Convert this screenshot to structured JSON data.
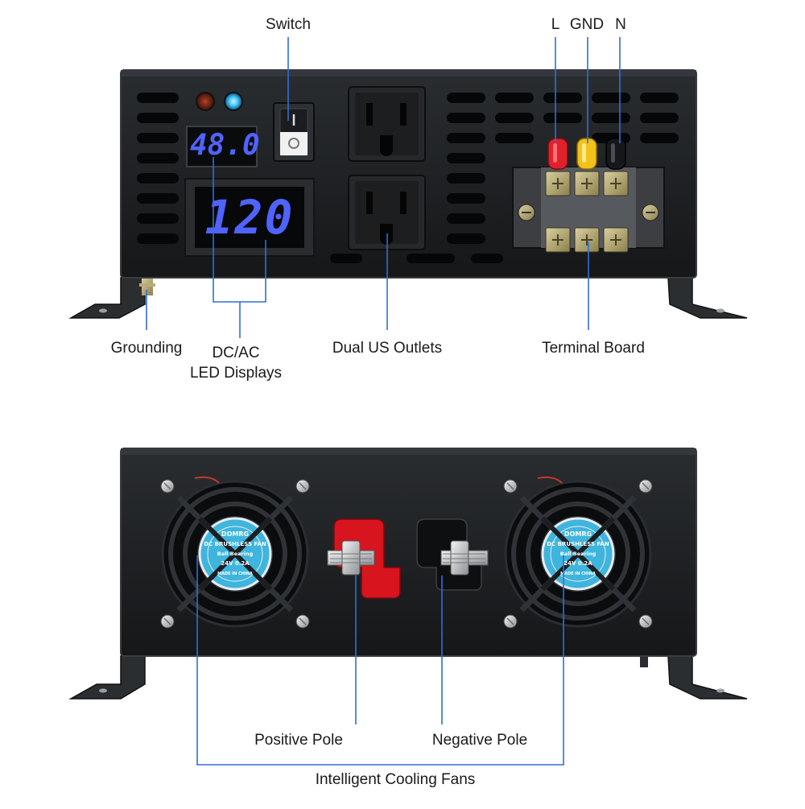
{
  "front_view": {
    "labels": {
      "switch": "Switch",
      "live": "L",
      "ground": "GND",
      "neutral": "N",
      "grounding": "Grounding",
      "dc_ac_line1": "DC/AC",
      "dc_ac_line2": "LED Displays",
      "outlets": "Dual US Outlets",
      "terminal_board": "Terminal Board"
    },
    "dc_display_value": "48.0",
    "ac_display_value": "120"
  },
  "rear_view": {
    "labels": {
      "positive_pole": "Positive Pole",
      "negative_pole": "Negative Pole",
      "cooling_fans": "Intelligent Cooling Fans"
    },
    "fan_label_lines": [
      "DOMRG",
      "DC BRUSHLESS FAN",
      "Ball Bearing",
      "24V  0.2A",
      "MADE IN CHINA"
    ]
  },
  "colors": {
    "chassis": "#1b1d1f",
    "chassis_edge": "#2e3134",
    "led_blue": "#4f63ff",
    "indicator_blue": "#3ec7ff",
    "indicator_red": "#6a1e10",
    "terminal_red": "#e0212b",
    "terminal_yellow": "#f2c21a",
    "callout_line": "#2f6fd6",
    "fan_sticker": "#3fb5dd"
  }
}
